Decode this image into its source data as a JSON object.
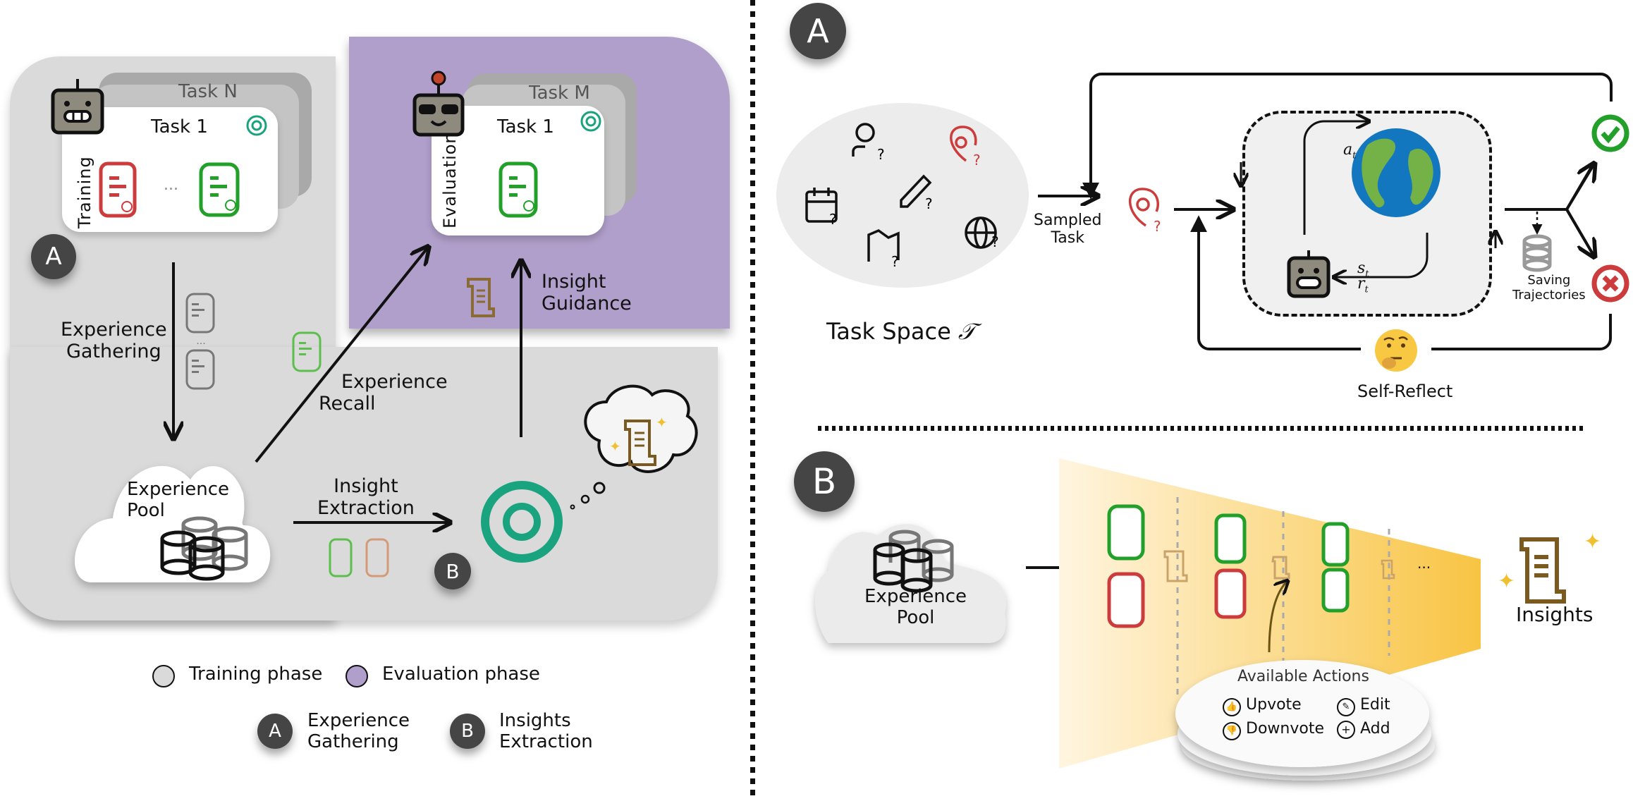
{
  "left_panel": {
    "training_task_card": {
      "back_label": "Task N",
      "front_label": "Task 1",
      "side_label": "Training"
    },
    "evaluation_task_card": {
      "back_label": "Task M",
      "front_label": "Task 1",
      "side_label": "Evaluation"
    },
    "badge_a": "A",
    "badge_b": "B",
    "experience_gathering": [
      "Experience",
      "Gathering"
    ],
    "experience_recall": [
      "Experience",
      "Recall"
    ],
    "insight_guidance": [
      "Insight",
      "Guidance"
    ],
    "insight_extraction": [
      "Insight",
      "Extraction"
    ],
    "experience_pool": [
      "Experience",
      "Pool"
    ],
    "ellipsis": "...",
    "legend": {
      "training_phase": "Training phase",
      "evaluation_phase": "Evaluation phase",
      "a_label": [
        "Experience",
        "Gathering"
      ],
      "b_label": [
        "Insights",
        "Extraction"
      ]
    }
  },
  "right_panel_a": {
    "badge": "A",
    "task_space_label": "Task Space",
    "task_space_symbol": "𝒯",
    "sampled_task": [
      "Sampled",
      "Task"
    ],
    "action_label": "a",
    "state_label": "s",
    "reward_label": "r",
    "subscript": "t",
    "saving_trajectories": [
      "Saving",
      "Trajectories"
    ],
    "self_reflect": "Self-Reflect"
  },
  "right_panel_b": {
    "badge": "B",
    "experience_pool": [
      "Experience",
      "Pool"
    ],
    "insights_label": "Insights",
    "ellipsis": "...",
    "available_actions": {
      "title": "Available Actions",
      "upvote": "Upvote",
      "edit": "Edit",
      "downvote": "Downvote",
      "add": "Add"
    }
  },
  "colors": {
    "training_bg": "#dadada",
    "evaluation_bg": "#b09fca",
    "badge": "#454545",
    "success": "#22a02a",
    "failure": "#cc3c3c",
    "openai_green": "#1aa37f",
    "scroll_brown": "#7a5a1e",
    "funnel_gold": "#f8c443"
  }
}
